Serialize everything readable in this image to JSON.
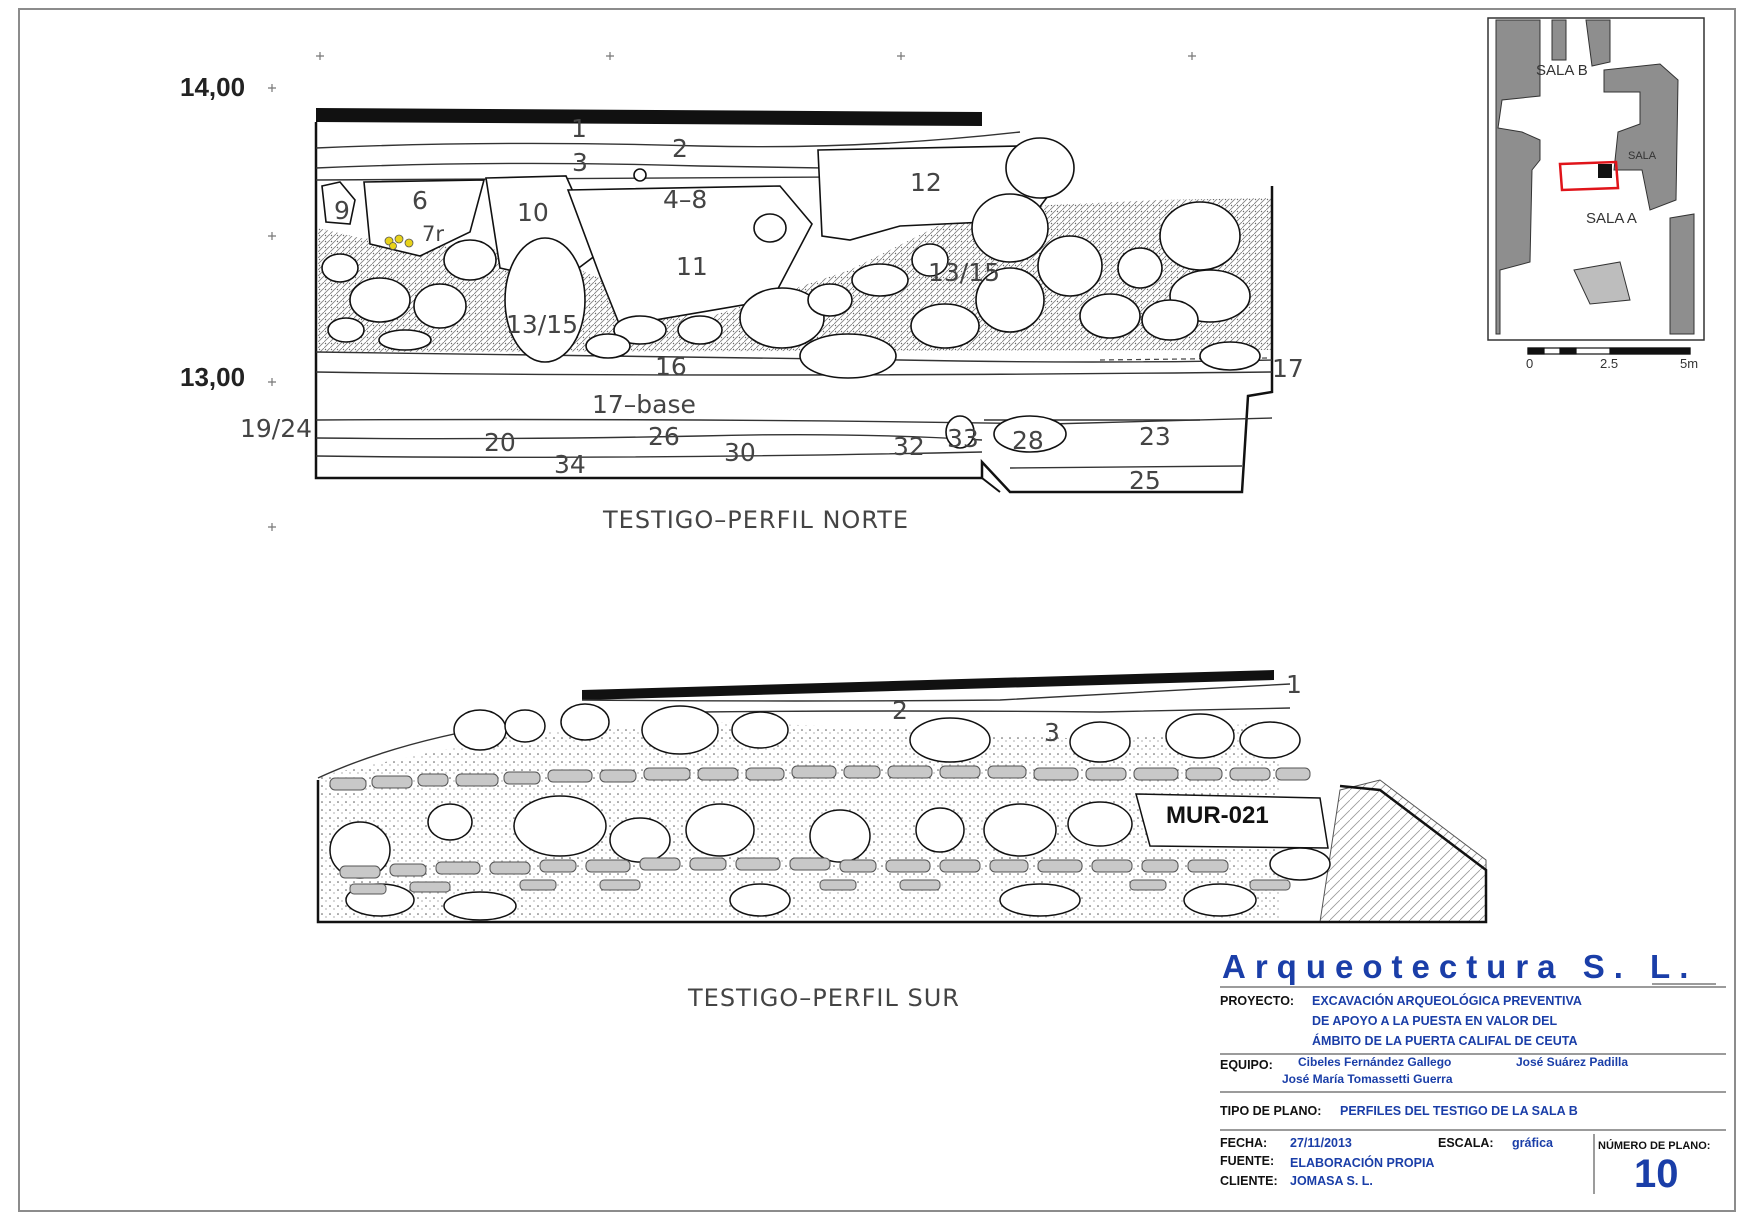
{
  "elevations": {
    "top": "14,00",
    "bottom": "13,00"
  },
  "north_profile": {
    "caption": "TESTIGO–PERFIL NORTE",
    "labels": [
      "1",
      "2",
      "3",
      "4–8",
      "6",
      "7r",
      "9",
      "10",
      "11",
      "12",
      "13/15",
      "13/15",
      "16",
      "17",
      "17–base",
      "19/24",
      "20",
      "26",
      "30",
      "32",
      "33",
      "28",
      "23",
      "25",
      "34"
    ]
  },
  "south_profile": {
    "caption": "TESTIGO–PERFIL SUR",
    "labels": [
      "1",
      "2",
      "3"
    ],
    "wall_label": "MUR-021"
  },
  "key_plan": {
    "room_labels": [
      "SALA B",
      "SALA",
      "SALA A"
    ],
    "scale_ticks": [
      "0",
      "2.5",
      "5m"
    ]
  },
  "title_block": {
    "company": "Arqueotectura S. L.",
    "proyecto_key": "PROYECTO:",
    "proyecto_lines": [
      "EXCAVACIÓN ARQUEOLÓGICA PREVENTIVA",
      "DE APOYO A LA PUESTA EN VALOR DEL",
      "ÁMBITO DE LA PUERTA CALIFAL DE CEUTA"
    ],
    "equipo_key": "EQUIPO:",
    "equipo_1": "Cibeles Fernández Gallego",
    "equipo_2": "José Suárez Padilla",
    "equipo_3": "José María Tomassetti Guerra",
    "tipo_key": "TIPO DE PLANO:",
    "tipo_value": "PERFILES DEL TESTIGO DE LA SALA B",
    "fecha_key": "FECHA:",
    "fecha_value": "27/11/2013",
    "escala_key": "ESCALA:",
    "escala_value": "gráfica",
    "fuente_key": "FUENTE:",
    "fuente_value": "ELABORACIÓN PROPIA",
    "cliente_key": "CLIENTE:",
    "cliente_value": "JOMASA S. L.",
    "numero_key": "NÚMERO DE PLANO:",
    "numero_value": "10"
  },
  "colors": {
    "title_blue": "#1a3ea8",
    "fill_black": "#111111",
    "stone_grey": "#c8c8c8",
    "marker_red": "#e0141a",
    "marker_yellow": "#e8d21a"
  }
}
